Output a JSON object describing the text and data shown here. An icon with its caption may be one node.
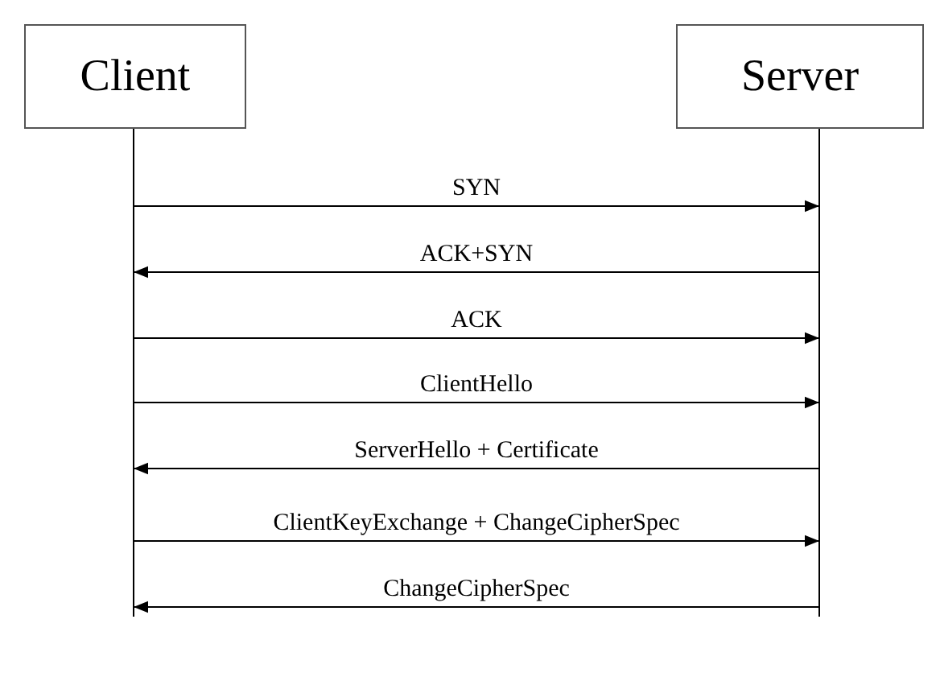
{
  "diagram": {
    "nodes": [
      {
        "text": [
          "Client"
        ]
      },
      {
        "text": [
          "Server"
        ]
      }
    ],
    "edges": [
      {
        "from": 0,
        "to": 1,
        "arrow": "to",
        "label": "SYN"
      },
      {
        "from": 1,
        "to": 0,
        "arrow": "to",
        "label": "ACK+SYN"
      },
      {
        "from": 0,
        "to": 1,
        "arrow": "to",
        "label": "ACK"
      },
      {
        "from": 0,
        "to": 1,
        "arrow": "to",
        "label": "ClientHello"
      },
      {
        "from": 1,
        "to": 0,
        "arrow": "to",
        "label": "ServerHello + Certificate"
      },
      {
        "from": 0,
        "to": 1,
        "arrow": "to",
        "label": "ClientKeyExchange + ChangeCipherSpec"
      },
      {
        "from": 1,
        "to": 0,
        "arrow": "to",
        "label": "ChangeCipherSpec"
      }
    ]
  }
}
